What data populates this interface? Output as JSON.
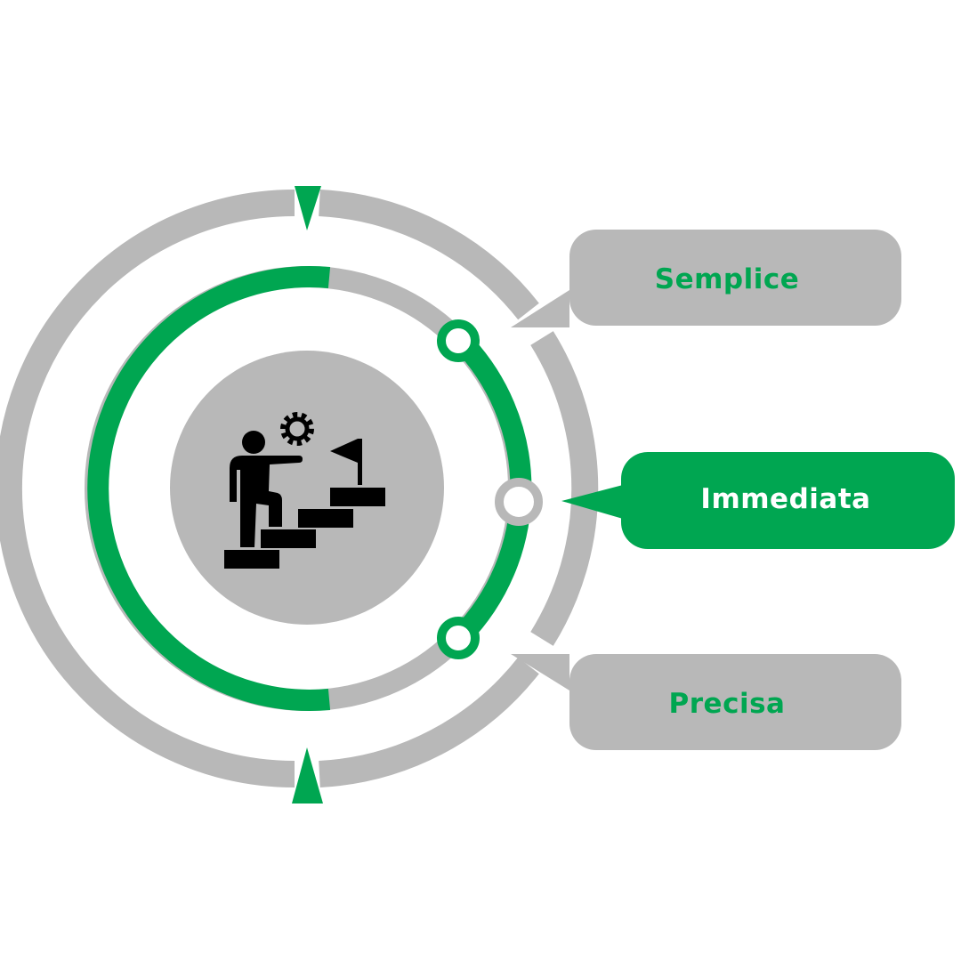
{
  "colors": {
    "accent": "#00a651",
    "neutral": "#b8b8b8",
    "icon": "#000000",
    "background": "#ffffff",
    "active_text": "#ffffff"
  },
  "center_icon": "person-climbing-stairs-to-flag-with-gear-icon",
  "callouts": [
    {
      "label": "Semplice",
      "active": false
    },
    {
      "label": "Immediata",
      "active": true
    },
    {
      "label": "Precisa",
      "active": false
    }
  ]
}
